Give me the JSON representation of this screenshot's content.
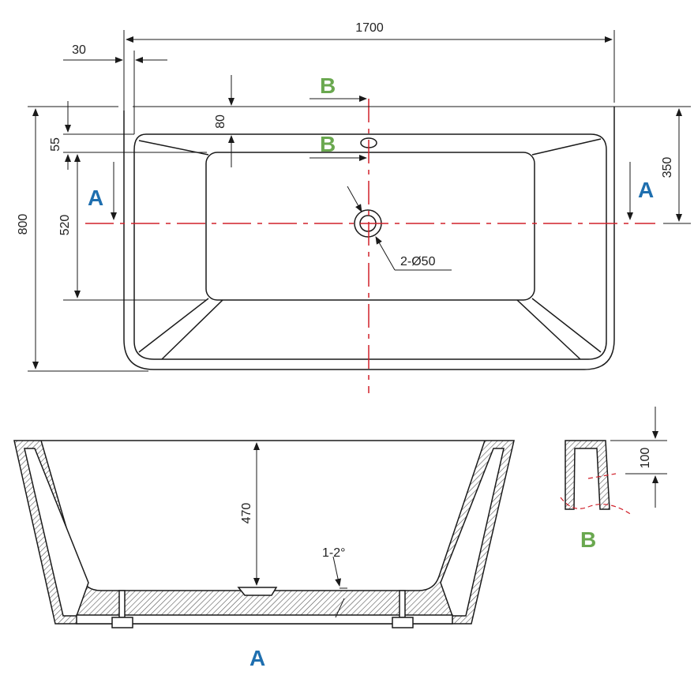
{
  "colors": {
    "line": "#1a1a1a",
    "center_line": "#d0202a",
    "label_a": "#1f6faf",
    "label_b": "#6aa84f",
    "hatch": "#555555"
  },
  "top_view": {
    "dim_length": "1700",
    "dim_rim_left": "30",
    "dim_rim_top": "80",
    "dim_drain_offset": "55",
    "dim_width": "800",
    "dim_inner_width": "520",
    "dim_half_width": "350",
    "drain_callout": "2-Ø50",
    "section_a_left": "A",
    "section_a_right": "A",
    "section_b_top": "B",
    "section_b_mid": "B"
  },
  "section_a": {
    "dim_depth": "470",
    "slope": "1-2°",
    "label": "A"
  },
  "section_b": {
    "dim_height": "100",
    "label": "B"
  }
}
